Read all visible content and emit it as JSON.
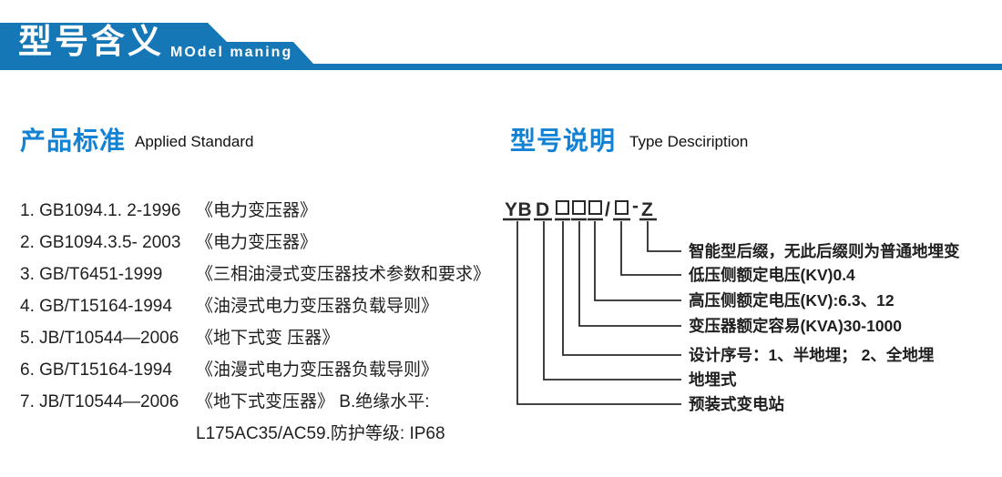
{
  "colors": {
    "banner_blue": "#1577b5",
    "accent_blue": "#1282d4",
    "text_dark": "#1f1f1f",
    "line": "#2a2a2a"
  },
  "header": {
    "title_cn": "型号含义",
    "title_en": "MOdel maning"
  },
  "left_section": {
    "title_cn": "产品标准",
    "title_en": "Applied Standard"
  },
  "right_section": {
    "title_cn": "型号说明",
    "title_en": "Type Desciription"
  },
  "standards": [
    {
      "code": "1. GB1094.1. 2-1996",
      "title": "《电力变压器》"
    },
    {
      "code": "2. GB1094.3.5- 2003",
      "title": "《电力变压器》"
    },
    {
      "code": "3. GB/T6451-1999",
      "title": "《三相油浸式变压器技术参数和要求》"
    },
    {
      "code": "4. GB/T15164-1994",
      "title": "《油浸式电力变压器负载导则》"
    },
    {
      "code": "5. JB/T10544—2006",
      "title": "《地下式变 压器》"
    },
    {
      "code": "6. GB/T15164-1994",
      "title": "《油漫式电力变压器负载导则》"
    },
    {
      "code": "7. JB/T10544—2006",
      "title": "《地下式变压器》 B.绝缘水平:"
    },
    {
      "code": "",
      "title": "L175AC35/AC59.防护等级: IP68"
    }
  ],
  "diagram": {
    "code": {
      "prefix": "YB",
      "type_letter": "D",
      "slash": "/",
      "dash": "-",
      "suffix": "Z",
      "display": "YBD□□□/□-Z"
    },
    "labels": [
      {
        "text": "智能型后缀，无此后缀则为普通地埋变",
        "connects_to": "suffix-Z"
      },
      {
        "text": "低压侧额定电压(KV)0.4",
        "connects_to": "box-after-slash"
      },
      {
        "text": "高压侧额定电压(KV):6.3、12",
        "connects_to": "box-3"
      },
      {
        "text": "变压器额定容易(KVA)30-1000",
        "connects_to": "box-2"
      },
      {
        "text": "设计序号：1、半地埋； 2、全地埋",
        "connects_to": "box-1"
      },
      {
        "text": "地埋式",
        "connects_to": "letter-D"
      },
      {
        "text": "预装式变电站",
        "connects_to": "prefix-YB"
      }
    ]
  }
}
